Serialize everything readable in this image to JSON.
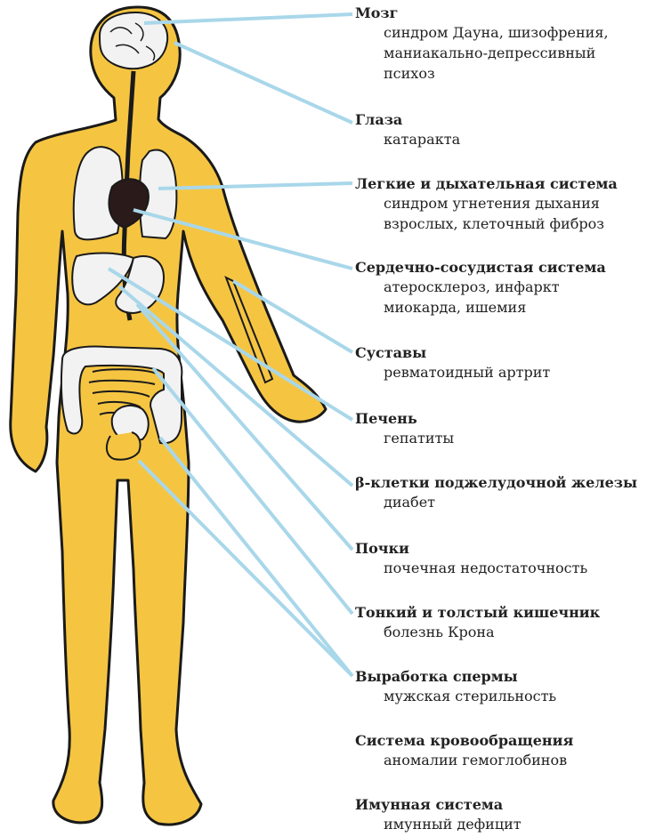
{
  "colors": {
    "body_fill": "#f5c542",
    "outline": "#1a1a1a",
    "pointer_line": "#a9d7ea",
    "organ_fill": "#f2f2f2",
    "heart_fill": "#2a1a1a"
  },
  "labels": [
    {
      "id": "brain",
      "title": "Мозг",
      "lines": [
        "синдром Дауна, шизофрения,",
        "маниакально-депрессивный",
        "психоз"
      ]
    },
    {
      "id": "eyes",
      "title": "Глаза",
      "lines": [
        "катаракта"
      ]
    },
    {
      "id": "lungs",
      "title": "Легкие и дыхательная система",
      "lines": [
        "синдром угнетения дыхания",
        "взрослых, клеточный фиброз"
      ]
    },
    {
      "id": "cardio",
      "title": "Сердечно-сосудистая система",
      "lines": [
        "атеросклероз, инфаркт",
        "миокарда, ишемия"
      ]
    },
    {
      "id": "joints",
      "title": "Суставы",
      "lines": [
        "ревматоидный артрит"
      ]
    },
    {
      "id": "liver",
      "title": "Печень",
      "lines": [
        "гепатиты"
      ]
    },
    {
      "id": "pancreas",
      "title": "β-клетки поджелудочной железы",
      "lines": [
        "диабет"
      ]
    },
    {
      "id": "kidneys",
      "title": "Почки",
      "lines": [
        "почечная недостаточность"
      ]
    },
    {
      "id": "intestine",
      "title": "Тонкий и толстый кишечник",
      "lines": [
        "болезнь Крона"
      ]
    },
    {
      "id": "sperm",
      "title": "Выработка спермы",
      "lines": [
        "мужская стерильность"
      ]
    },
    {
      "id": "circulation",
      "title": "Система кровообращения",
      "lines": [
        "аномалии гемоглобинов"
      ]
    },
    {
      "id": "immune",
      "title": "Имунная система",
      "lines": [
        "имунный дефицит"
      ]
    }
  ]
}
